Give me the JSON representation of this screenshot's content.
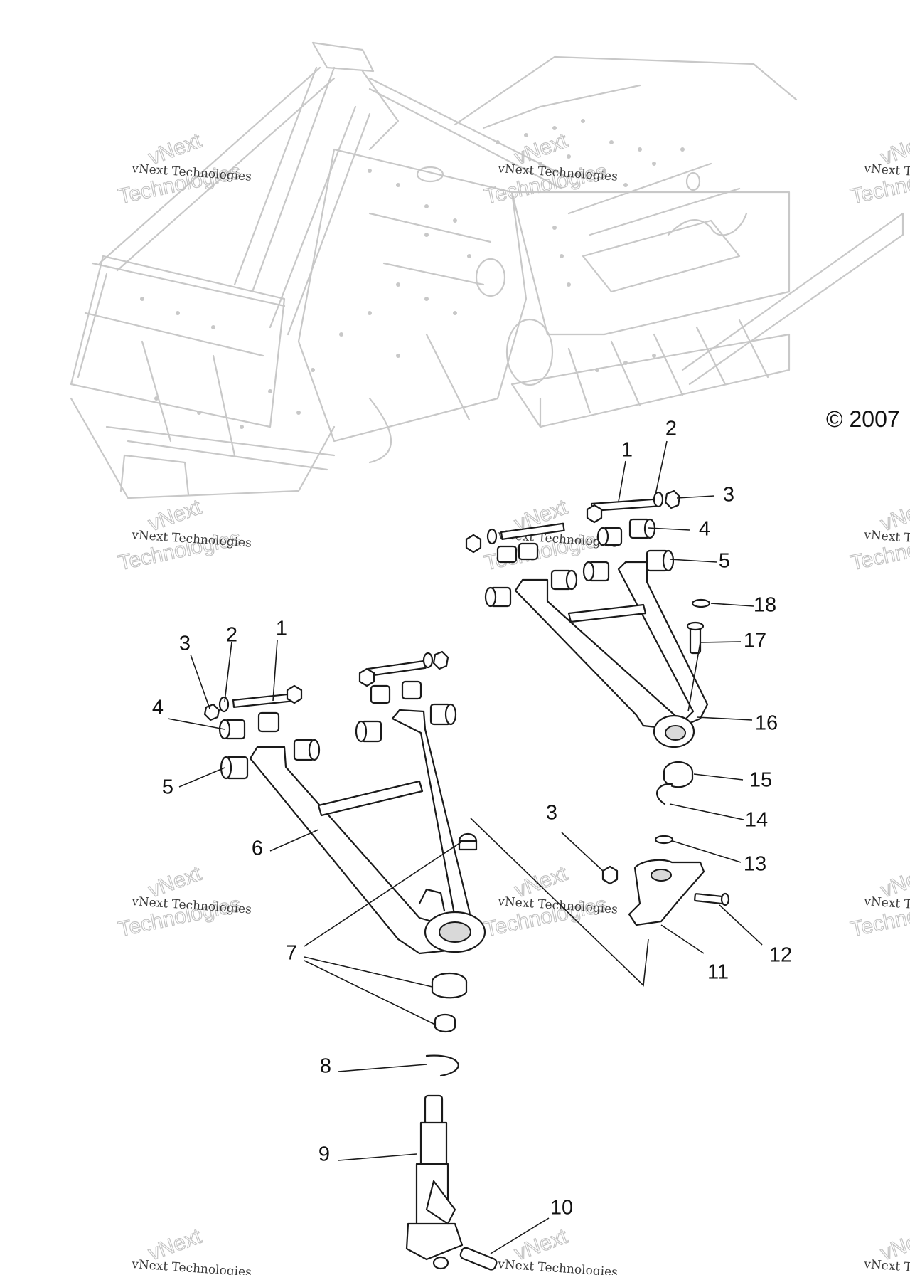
{
  "copyright": "© 2007",
  "watermark": {
    "line1": "vNext Technologies",
    "line2": "Technologies",
    "arc": "vNext"
  },
  "callouts": [
    {
      "id": "c1a",
      "text": "1"
    },
    {
      "id": "c2a",
      "text": "2"
    },
    {
      "id": "c3a",
      "text": "3"
    },
    {
      "id": "c4a",
      "text": "4"
    },
    {
      "id": "c5a",
      "text": "5"
    },
    {
      "id": "c18",
      "text": "18"
    },
    {
      "id": "c17",
      "text": "17"
    },
    {
      "id": "c16",
      "text": "16"
    },
    {
      "id": "c15",
      "text": "15"
    },
    {
      "id": "c14",
      "text": "14"
    },
    {
      "id": "c13",
      "text": "13"
    },
    {
      "id": "c3b",
      "text": "3"
    },
    {
      "id": "c12",
      "text": "12"
    },
    {
      "id": "c11",
      "text": "11"
    },
    {
      "id": "c1b",
      "text": "1"
    },
    {
      "id": "c2b",
      "text": "2"
    },
    {
      "id": "c3c",
      "text": "3"
    },
    {
      "id": "c4b",
      "text": "4"
    },
    {
      "id": "c5b",
      "text": "5"
    },
    {
      "id": "c6",
      "text": "6"
    },
    {
      "id": "c7",
      "text": "7"
    },
    {
      "id": "c8",
      "text": "8"
    },
    {
      "id": "c9",
      "text": "9"
    },
    {
      "id": "c10",
      "text": "10"
    }
  ]
}
